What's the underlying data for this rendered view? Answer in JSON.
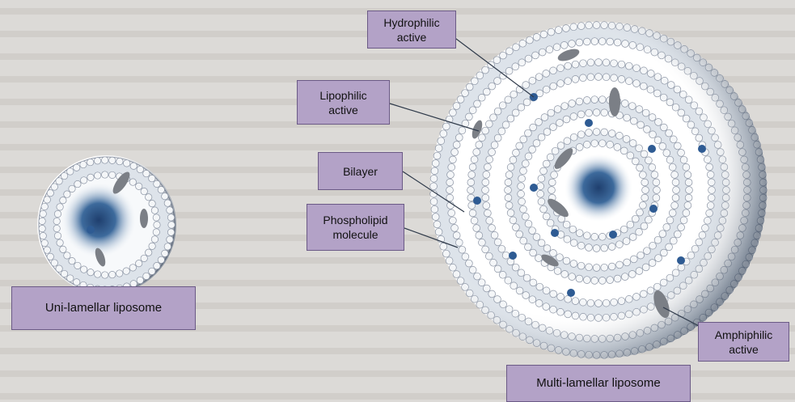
{
  "labels": {
    "hydrophilic_active": "Hydrophilic\nactive",
    "lipophilic_active": "Lipophilic\nactive",
    "bilayer": "Bilayer",
    "phospholipid_molecule": "Phospholipid\nmolecule",
    "amphiphilic_active": "Amphiphilic\nactive",
    "uni_lamellar_liposome": "Uni-lamellar liposome",
    "multi_lamellar_liposome": "Multi-lamellar liposome"
  },
  "colors": {
    "label_fill": "#b3a2c7",
    "label_border": "#6b5a86",
    "membrane_head": "#f4f6f8",
    "membrane_stroke": "#8a93a3",
    "core_blue": "#1f4e84",
    "hydrophilic_dot": "#2e5b93",
    "lipophilic_blob": "#7b7f86"
  }
}
